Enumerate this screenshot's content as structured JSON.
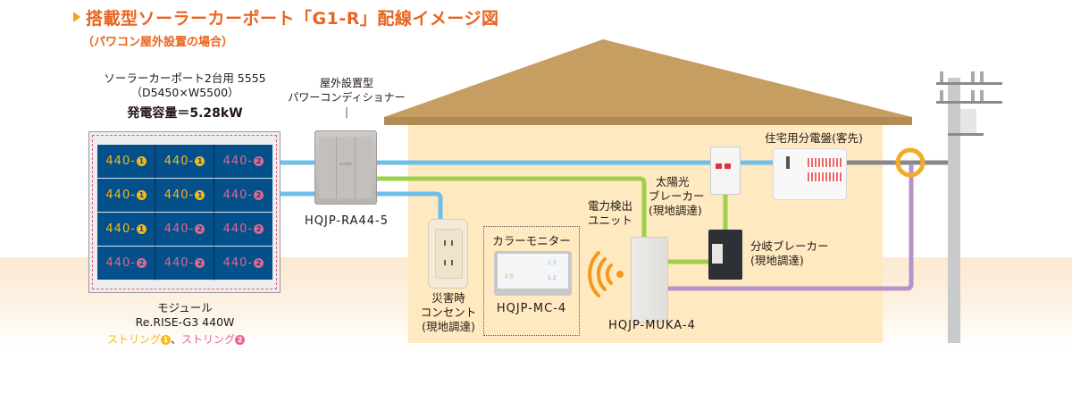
{
  "header": {
    "title": "搭載型ソーラーカーポート「G1-R」配線イメージ図",
    "subtitle": "（パワコン屋外設置の場合）"
  },
  "solar_carport": {
    "line1": "ソーラーカーポート2台用 5555",
    "line2": "（D5450×W5500）",
    "capacity": "発電容量＝5.28kW",
    "modules": [
      {
        "label": "440-",
        "string": "1"
      },
      {
        "label": "440-",
        "string": "1"
      },
      {
        "label": "440-",
        "string": "2"
      },
      {
        "label": "440-",
        "string": "1"
      },
      {
        "label": "440-",
        "string": "1"
      },
      {
        "label": "440-",
        "string": "2"
      },
      {
        "label": "440-",
        "string": "1"
      },
      {
        "label": "440-",
        "string": "2"
      },
      {
        "label": "440-",
        "string": "2"
      },
      {
        "label": "440-",
        "string": "2"
      },
      {
        "label": "440-",
        "string": "2"
      },
      {
        "label": "440-",
        "string": "2"
      }
    ],
    "module_caption": "モジュール",
    "module_model": "Re.RISE-G3 440W",
    "string1_label": "ストリング",
    "string1_num": "1",
    "separator": "、",
    "string2_label": "ストリング",
    "string2_num": "2"
  },
  "inverter": {
    "label_line1": "屋外設置型",
    "label_line2": "パワーコンディショナー",
    "model": "HQJP-RA44-5",
    "brand": "ecolis"
  },
  "outlet": {
    "line1": "災害時",
    "line2": "コンセント",
    "line3": "(現地調達)"
  },
  "monitor": {
    "label": "カラーモニター",
    "model": "HQJP-MC-4",
    "screen_values": [
      "2.5",
      "1.3",
      "1.2"
    ]
  },
  "meter_unit": {
    "line1": "電力検出",
    "line2": "ユニット",
    "model": "HQJP-MUKA-4"
  },
  "pv_breaker": {
    "line1": "太陽光",
    "line2": "ブレーカー",
    "line3": "(現地調達)"
  },
  "branch_breaker": {
    "line1": "分岐ブレーカー",
    "line2": "(現地調達)"
  },
  "distribution_board": {
    "label": "住宅用分電盤(客先)"
  },
  "colors": {
    "title": "#e9641e",
    "dc_line": "#6cc0ea",
    "ac_line": "#9fd04b",
    "signal_line": "#b793c9",
    "grid_line": "#888888",
    "ct_ring": "#f4ab2a",
    "string1": "#f6b91b",
    "string2": "#e4668e",
    "panel": "#03508a",
    "roof": "#c69e62",
    "house": "#fee9c1"
  }
}
